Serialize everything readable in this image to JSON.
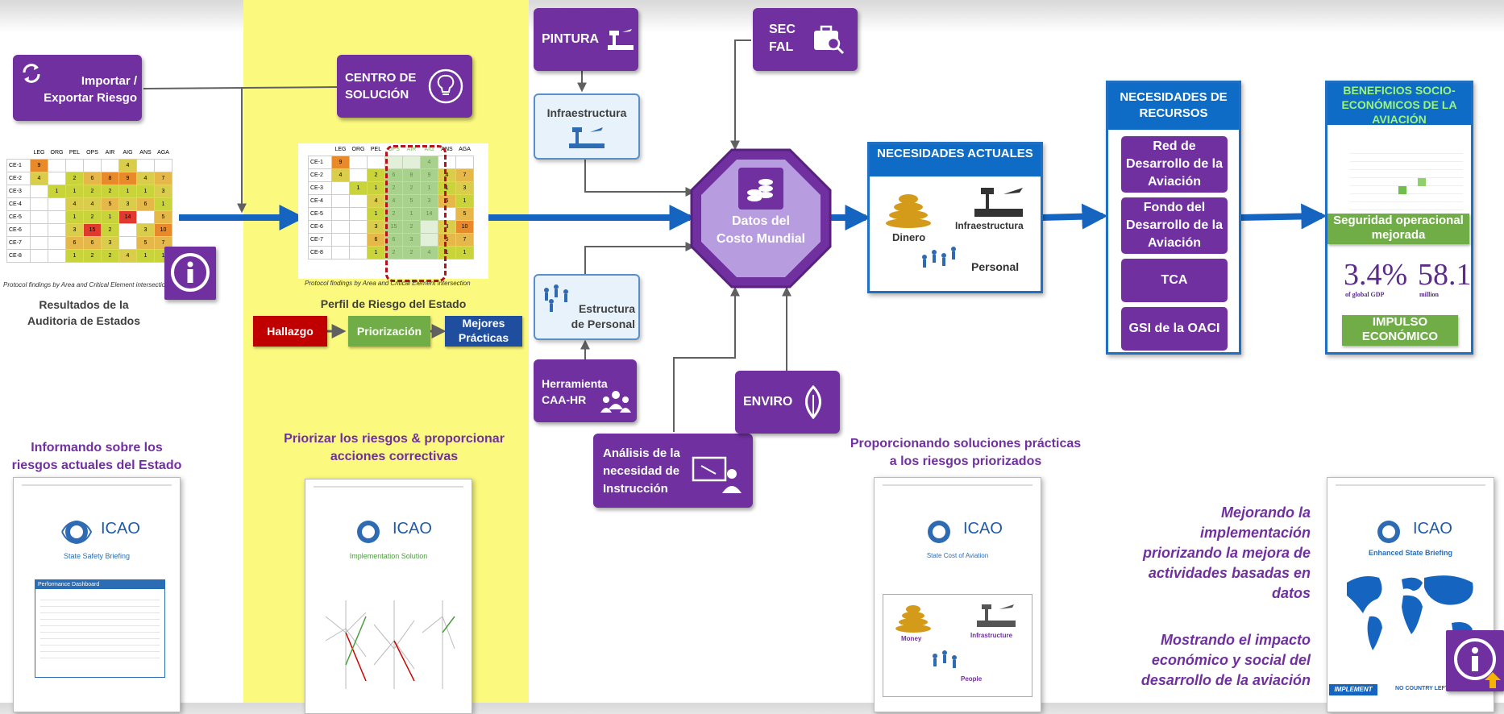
{
  "left": {
    "import_btn": "Importar / Exportar Riesgo",
    "table_caption": "Protocol findings by Area and Critical Element intersection",
    "results_label": "Resultados de la Auditoria de Estados",
    "caption": "Informando sobre los riesgos actuales del Estado",
    "table_headers": [
      "LEG",
      "ORG",
      "PEL",
      "OPS",
      "AIR",
      "AIG",
      "ANS",
      "AGA"
    ],
    "table_rows": [
      "CE-1",
      "CE-2",
      "CE-3",
      "CE-4",
      "CE-5",
      "CE-6",
      "CE-7",
      "CE-8"
    ],
    "table_values": [
      [
        "9",
        "",
        "",
        "",
        "",
        "4",
        "",
        ""
      ],
      [
        "4",
        "",
        "2",
        "6",
        "8",
        "9",
        "4",
        "7"
      ],
      [
        "",
        "1",
        "1",
        "2",
        "2",
        "1",
        "1",
        "3"
      ],
      [
        "",
        "",
        "4",
        "4",
        "5",
        "3",
        "6",
        "1"
      ],
      [
        "",
        "",
        "1",
        "2",
        "1",
        "14",
        "",
        "5"
      ],
      [
        "",
        "",
        "3",
        "15",
        "2",
        "",
        "3",
        "10"
      ],
      [
        "",
        "",
        "6",
        "6",
        "3",
        "",
        "5",
        "7"
      ],
      [
        "",
        "",
        "1",
        "2",
        "2",
        "4",
        "1",
        "1"
      ]
    ]
  },
  "middle": {
    "centro_btn": "CENTRO DE SOLUCIÓN",
    "perfil_label": "Perfil de Riesgo del Estado",
    "hallazgo": "Hallazgo",
    "priorizacion": "Priorización",
    "mejores": "Mejores Prácticas",
    "caption": "Priorizar los riesgos & proporcionar acciones correctivas"
  },
  "inputs": {
    "pintura": "PINTURA",
    "infra": "Infraestructura",
    "secfal": "SEC FAL",
    "estructura": "Estructura de Personal",
    "herramienta": "Herramienta CAA-HR",
    "analisis": "Análisis de la necesidad de Instrucción",
    "enviro": "ENVIRO",
    "center": "Datos del Costo Mundial",
    "caption": "Proporcionando soluciones prácticas a los riesgos priorizados"
  },
  "needs": {
    "title": "NECESIDADES ACTUALES",
    "dinero": "Dinero",
    "infra": "Infraestructura",
    "personal": "Personal"
  },
  "resources": {
    "title": "NECESIDADES DE RECURSOS",
    "items": [
      "Red de Desarrollo de la Aviación",
      "Fondo del Desarrollo de la Aviación",
      "TCA",
      "GSI de la OACI"
    ]
  },
  "benefits": {
    "title": "BENEFICIOS SOCIO-ECONÓMICOS DE LA AVIACIÓN",
    "seguridad": "Seguridad operacional mejorada",
    "stat1": "3.4%",
    "stat1_sub": "of global GDP",
    "stat2": "58.1",
    "stat2_sub": "million",
    "impulso": "IMPULSO ECONÓMICO"
  },
  "right_text": {
    "block1": "Mejorando la implementación priorizando la mejora de actividades basadas en datos",
    "block2": "Mostrando el impacto económico y social del desarrollo de la aviación"
  },
  "docs": {
    "icao": "ICAO",
    "doc1_title": "State Safety Briefing",
    "doc1_dash": "Performance Dashboard",
    "doc2_title": "Implementation Solution",
    "doc3_title": "State Cost of Aviation",
    "doc3_money": "Money",
    "doc3_infra": "Infrastructure",
    "doc3_people": "People",
    "doc4_title": "Enhanced State Briefing",
    "doc4_footer_left": "IMPLEMENT",
    "doc4_footer_right": "NO COUNTRY LEFT BEHIND"
  }
}
